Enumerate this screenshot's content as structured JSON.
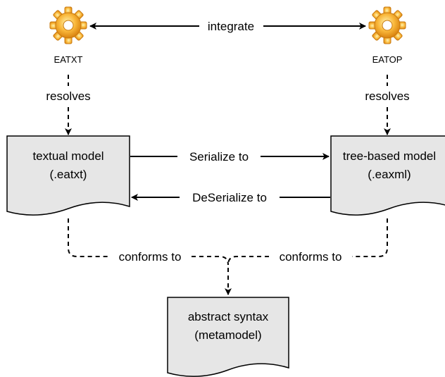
{
  "nodes": {
    "eatxt": {
      "label": "EATXT",
      "icon": "gear-icon"
    },
    "eatop": {
      "label": "EATOP",
      "icon": "gear-icon"
    },
    "textual_model": {
      "line1": "textual model",
      "line2": "(.eatxt)"
    },
    "tree_model": {
      "line1": "tree-based model",
      "line2": "(.eaxml)"
    },
    "abstract_syntax": {
      "line1": "abstract syntax",
      "line2": "(metamodel)"
    }
  },
  "edges": {
    "integrate": "integrate",
    "resolves_left": "resolves",
    "resolves_right": "resolves",
    "serialize": "Serialize to",
    "deserialize": "DeSerialize to",
    "conforms_left": "conforms to",
    "conforms_right": "conforms to"
  },
  "colors": {
    "document_fill": "#e6e6e6",
    "stroke": "#000000",
    "gear_outer": "#f5a623",
    "gear_inner": "#fde68a"
  }
}
